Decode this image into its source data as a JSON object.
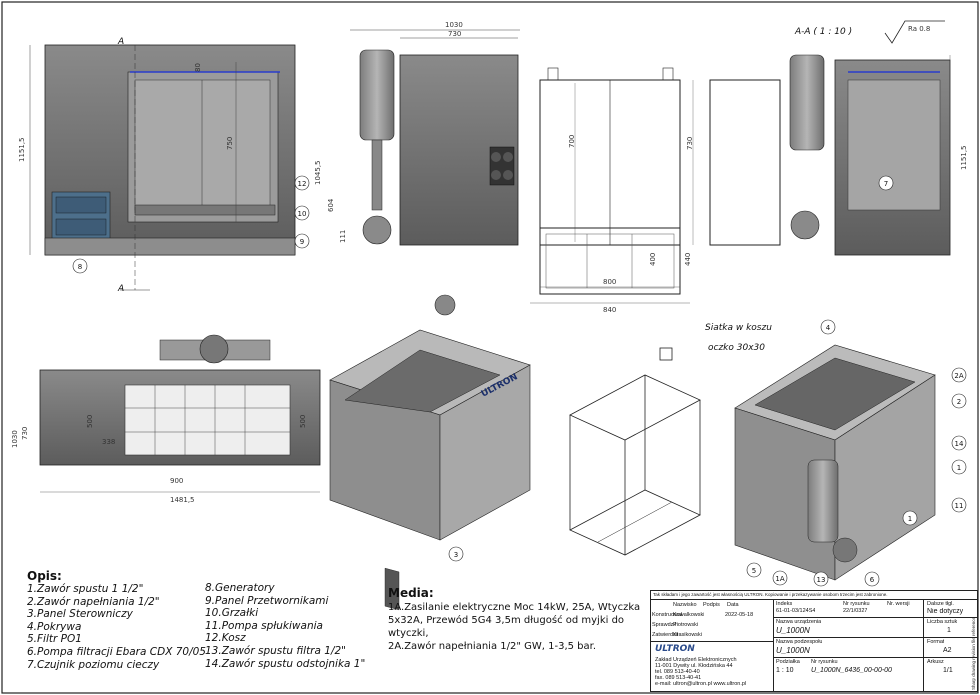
{
  "views": {
    "section_mark": "A",
    "section_title": "A-A ( 1 : 10 )",
    "roughness": "Ra 0.8",
    "mesh_label_line1": "Siatka w koszu",
    "mesh_label_line2": "oczko 30x30",
    "brand": "ULTRON"
  },
  "dimensions": {
    "front_height": "1151,5",
    "front_inner": "750",
    "front_top": "80",
    "side_total_width": "1030",
    "side_top_width": "730",
    "side_height": "1045,5",
    "side_mid": "604",
    "side_low": "111",
    "basket_height": "700",
    "basket_side_height": "730",
    "basket_top_w": "800",
    "basket_top_h": "400",
    "basket_total_w": "840",
    "basket_total_h": "440",
    "section_height": "1151,5",
    "plan_width": "1481,5",
    "plan_depth": "1030",
    "plan_inner": "730",
    "plan_338": "338",
    "plan_900": "900",
    "plan_500a": "500",
    "plan_500b": "500"
  },
  "balloons": {
    "front": [
      "12",
      "10",
      "9",
      "8"
    ],
    "section": [
      "7"
    ],
    "iso_mid": [
      "3"
    ],
    "iso_right": [
      "4",
      "2A",
      "2",
      "14",
      "1",
      "11",
      "1",
      "6",
      "13",
      "1A",
      "5"
    ]
  },
  "opis": {
    "title": "Opis:",
    "col1": [
      "1.Zawór spustu 1 1/2\"",
      "2.Zawór napełniania 1/2\"",
      "3.Panel Sterowniczy",
      "4.Pokrywa",
      "5.Filtr PO1",
      "6.Pompa filtracji Ebara CDX 70/05",
      "7.Czujnik poziomu cieczy"
    ],
    "col2": [
      "8.Generatory",
      "9.Panel Przetwornikami",
      "10.Grzałki",
      "11.Pompa spłukiwania",
      "12.Kosz",
      "13.Zawór spustu filtra 1/2\"",
      "14.Zawór spustu odstojnika 1\""
    ]
  },
  "media": {
    "title": "Media:",
    "lines": [
      "1A.Zasilanie elektryczne Moc 14kW, 25A, Wtyczka",
      "5x32A, Przewód 5G4 3,5m długość od myjki do",
      "wtyczki,",
      "2A.Zawór napełniania 1/2\" GW, 1-3,5 bar."
    ]
  },
  "title_block": {
    "notice": "Tak składam i jego zawartość jest własnością ULTRON. Kopiowanie i przekazywanie osobom trzecim jest zabronione.",
    "h_nazwisko": "Nazwisko",
    "h_podpis": "Podpis",
    "h_data": "Data",
    "r1_role": "Konstruował",
    "r1_name": "Kowalkowski",
    "r1_date": "2022-05-18",
    "r2_role": "Sprawdził",
    "r2_name": "Piotrowski",
    "r3_role": "Zatwierdził",
    "r3_name": "Krasikowski",
    "indeks_label": "Indeks",
    "indeks_value": "61-01-03/124S4",
    "nr_rysunku_label": "Nr rysunku",
    "nr_rysunku_value": "22/1/0327",
    "nr_wersji_label": "Nr. wersji",
    "dotyczy_label": "Dalsze tłgl.",
    "dotyczy_value": "Nie dotyczy",
    "nazwa_urz_label": "Nazwa urządzenia",
    "nazwa_urz_value": "U_1000N",
    "liczba_label": "Liczba sztuk",
    "liczba_value": "1",
    "nazwa_pod_label": "Nazwa podzespołu",
    "nazwa_pod_value": "U_1000N",
    "format_label": "Format",
    "format_value": "A2",
    "skala_label": "Podziałka",
    "skala_value": "1 : 10",
    "nr_rys2_label": "Nr rysunku",
    "nr_rys2_value": "U_1000N_6436_00-00-00",
    "arkusz_label": "Arkusz",
    "arkusz_value": "1/1",
    "company_name": "ULTRON",
    "company_line1": "Zakład Urządzeń Elektronicznych",
    "company_line2": "11-001 Dywity ul. Kłodzińska 44",
    "company_line3": "tel. 089 513-40-40",
    "company_line4": "fax. 089 513-40-41",
    "company_line5": "e-mail: ultron@ultron.pl www.ultron.pl"
  },
  "side_note": "Sharp drawing revision file reference"
}
